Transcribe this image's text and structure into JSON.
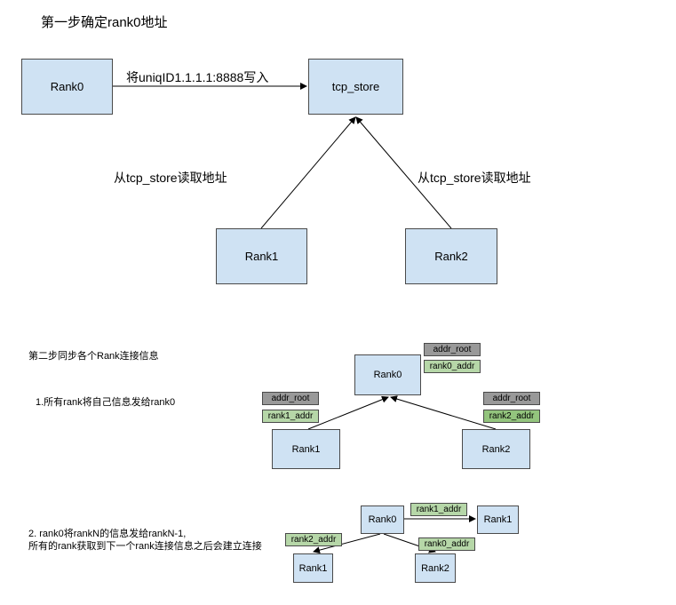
{
  "step1": {
    "title": "第一步确定rank0地址",
    "rank0": "Rank0",
    "store": "tcp_store",
    "rank1": "Rank1",
    "rank2": "Rank2",
    "write_label": "将uniqID1.1.1.1:8888写入",
    "read_label_left": "从tcp_store读取地址",
    "read_label_right": "从tcp_store读取地址"
  },
  "step2": {
    "title": "第二步同步各个Rank连接信息",
    "sub1": "1.所有rank将自己信息发给rank0",
    "sub2_line1": "2. rank0将rankN的信息发给rankN-1,",
    "sub2_line2": "所有的rank获取到下一个rank连接信息之后会建立连接",
    "part1": {
      "rank0": "Rank0",
      "rank1": "Rank1",
      "rank2": "Rank2",
      "rank0_root": "addr_root",
      "rank0_addr": "rank0_addr",
      "rank1_root": "addr_root",
      "rank1_addr": "rank1_addr",
      "rank2_root": "addr_root",
      "rank2_addr": "rank2_addr"
    },
    "part2": {
      "rank0": "Rank0",
      "rank1_right": "Rank1",
      "rank1_left": "Rank1",
      "rank2": "Rank2",
      "tag_rank1": "rank1_addr",
      "tag_rank2": "rank2_addr",
      "tag_rank0": "rank0_addr"
    }
  },
  "colors": {
    "box_fill": "#cfe2f3",
    "tag_gray": "#999999",
    "tag_green": "#b6d7a8",
    "tag_dark_green": "#93c47d"
  }
}
